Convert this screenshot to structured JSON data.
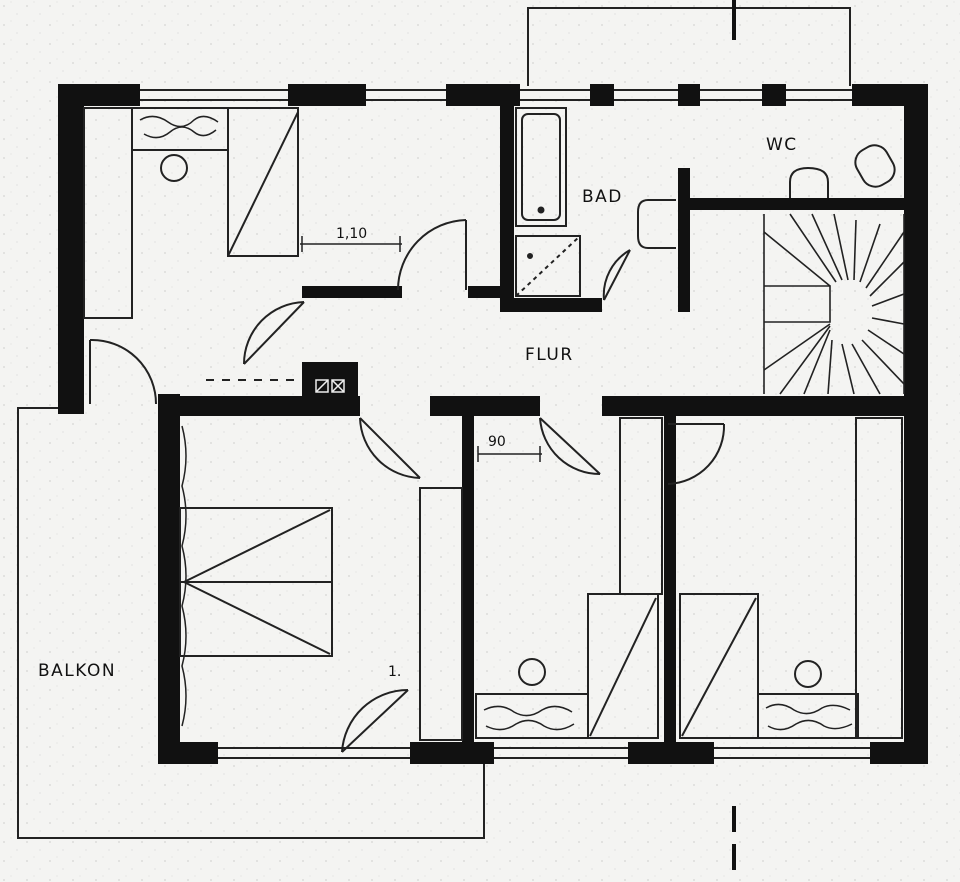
{
  "plan": {
    "rooms": {
      "wc": "WC",
      "bad": "BAD",
      "flur": "FLUR",
      "balkon": "BALKON"
    },
    "dimensions": {
      "d1": "1,10",
      "d2": "90"
    },
    "marks": {
      "mark1": "1."
    },
    "colors": {
      "paper": "#f4f4f2",
      "ink": "#111111"
    }
  }
}
